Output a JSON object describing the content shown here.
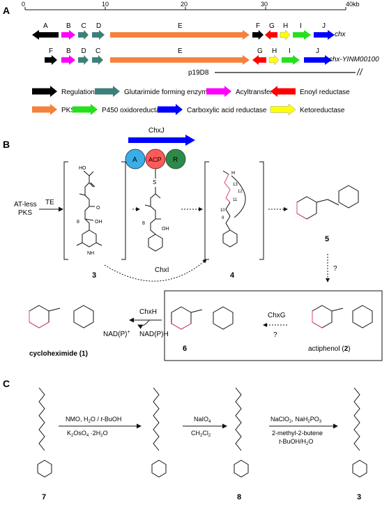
{
  "panels": {
    "A": "A",
    "B": "B",
    "C": "C"
  },
  "ruler": {
    "ticks": [
      "0",
      "10",
      "20",
      "30",
      "40kb"
    ]
  },
  "colors": {
    "regulation": "#000000",
    "glutarimide": "#3d7f7b",
    "acyltransferase": "#ff00ff",
    "enoyl": "#ff0000",
    "pks": "#f5813d",
    "p450": "#25e01c",
    "car": "#0000ff",
    "keto": "#ffff00",
    "acp": "#ff5a5a",
    "domainA": "#3aaee6",
    "domainR": "#2e8a4a",
    "pinkBond": "#e0407a"
  },
  "clusters": [
    {
      "name": "chx",
      "genes": [
        {
          "label": "A",
          "func": "regulation",
          "dir": "L"
        },
        {
          "label": "B",
          "func": "acyltransferase",
          "dir": "R"
        },
        {
          "label": "C",
          "func": "glutarimide",
          "dir": "R"
        },
        {
          "label": "D",
          "func": "glutarimide",
          "dir": "R"
        },
        {
          "label": "E",
          "func": "pks",
          "dir": "R"
        },
        {
          "label": "F",
          "func": "regulation",
          "dir": "R"
        },
        {
          "label": "G",
          "func": "enoyl",
          "dir": "L"
        },
        {
          "label": "H",
          "func": "keto",
          "dir": "R"
        },
        {
          "label": "I",
          "func": "p450",
          "dir": "R"
        },
        {
          "label": "J",
          "func": "car",
          "dir": "R"
        }
      ]
    },
    {
      "name": "chx-YINM00100",
      "genes": [
        {
          "label": "F",
          "func": "regulation",
          "dir": "R"
        },
        {
          "label": "B",
          "func": "acyltransferase",
          "dir": "R"
        },
        {
          "label": "D",
          "func": "glutarimide",
          "dir": "R"
        },
        {
          "label": "C",
          "func": "glutarimide",
          "dir": "R"
        },
        {
          "label": "E",
          "func": "pks",
          "dir": "R"
        },
        {
          "label": "G",
          "func": "enoyl",
          "dir": "L"
        },
        {
          "label": "H",
          "func": "keto",
          "dir": "R"
        },
        {
          "label": "I",
          "func": "p450",
          "dir": "R"
        },
        {
          "label": "J",
          "func": "car",
          "dir": "R"
        }
      ]
    }
  ],
  "cosmid": "p19D8",
  "legend": [
    {
      "func": "regulation",
      "label": "Regulation",
      "dir": "R"
    },
    {
      "func": "glutarimide",
      "label": "Glutarimide forming enzymes",
      "dir": "R"
    },
    {
      "func": "acyltransferase",
      "label": "Acyltransferase",
      "dir": "R"
    },
    {
      "func": "enoyl",
      "label": "Enoyl reductase",
      "dir": "L"
    },
    {
      "func": "pks",
      "label": "PKS",
      "dir": "R"
    },
    {
      "func": "p450",
      "label": "P450 oxidoreductase",
      "dir": "R"
    },
    {
      "func": "car",
      "label": "Carboxylic acid reductase",
      "dir": "R"
    },
    {
      "func": "keto",
      "label": "Ketoreductase",
      "dir": "R"
    }
  ],
  "panelB": {
    "enzyme": "ChxJ",
    "domains": [
      "A",
      "ACP",
      "R"
    ],
    "atless": [
      "AT-less",
      "PKS"
    ],
    "te": "TE",
    "chxI": "ChxI",
    "chxH": "ChxH",
    "chxG": "ChxG",
    "question": "?",
    "cofactor_left": "NAD(P)",
    "cofactor_plus": "+",
    "cofactor_right": "NAD(P)H",
    "cmp3": "3",
    "cmp4": "4",
    "cmp5": "5",
    "cmp6": "6",
    "cmp1": "cycloheximide (",
    "cmp1num": "1",
    "cmp1close": ")",
    "cmp2": "actiphenol (",
    "cmp2num": "2",
    "cmp2close": ")",
    "atoms": {
      "HO": "HO",
      "O": "O",
      "OH": "OH",
      "NH": "NH",
      "H": "H",
      "S": "S",
      "num8": "8",
      "num9": "9",
      "num10": "10",
      "num11": "11",
      "num12": "12",
      "num13": "13"
    }
  },
  "panelC": {
    "step1_top": "NMO, H",
    "step1_sub": "2",
    "step1_rest": "O / ",
    "step1_italic": "t",
    "step1_end": "-BuOH",
    "step1_bottom": "K",
    "step1_b_sub1": "2",
    "step1_b_mid": "OsO",
    "step1_b_sub2": "4",
    "step1_b_end": " ·2H",
    "step1_b_sub3": "2",
    "step1_b_o": "O",
    "step2_top": "NaIO",
    "step2_top_sub": "4",
    "step2_bottom": "CH",
    "step2_b_sub1": "2",
    "step2_b_mid": "Cl",
    "step2_b_sub2": "2",
    "step3_top": "NaClO",
    "step3_sub1": "2",
    "step3_mid": ", NaH",
    "step3_sub2": "2",
    "step3_po": "PO",
    "step3_sub3": "3",
    "step3_line2": "2-methyl-2-butene",
    "step3_line3_i": "t",
    "step3_line3": "-BuOH/H",
    "step3_line3_sub": "2",
    "step3_line3_end": "O",
    "cmp7": "7",
    "cmp8": "8",
    "cmp3": "3"
  }
}
